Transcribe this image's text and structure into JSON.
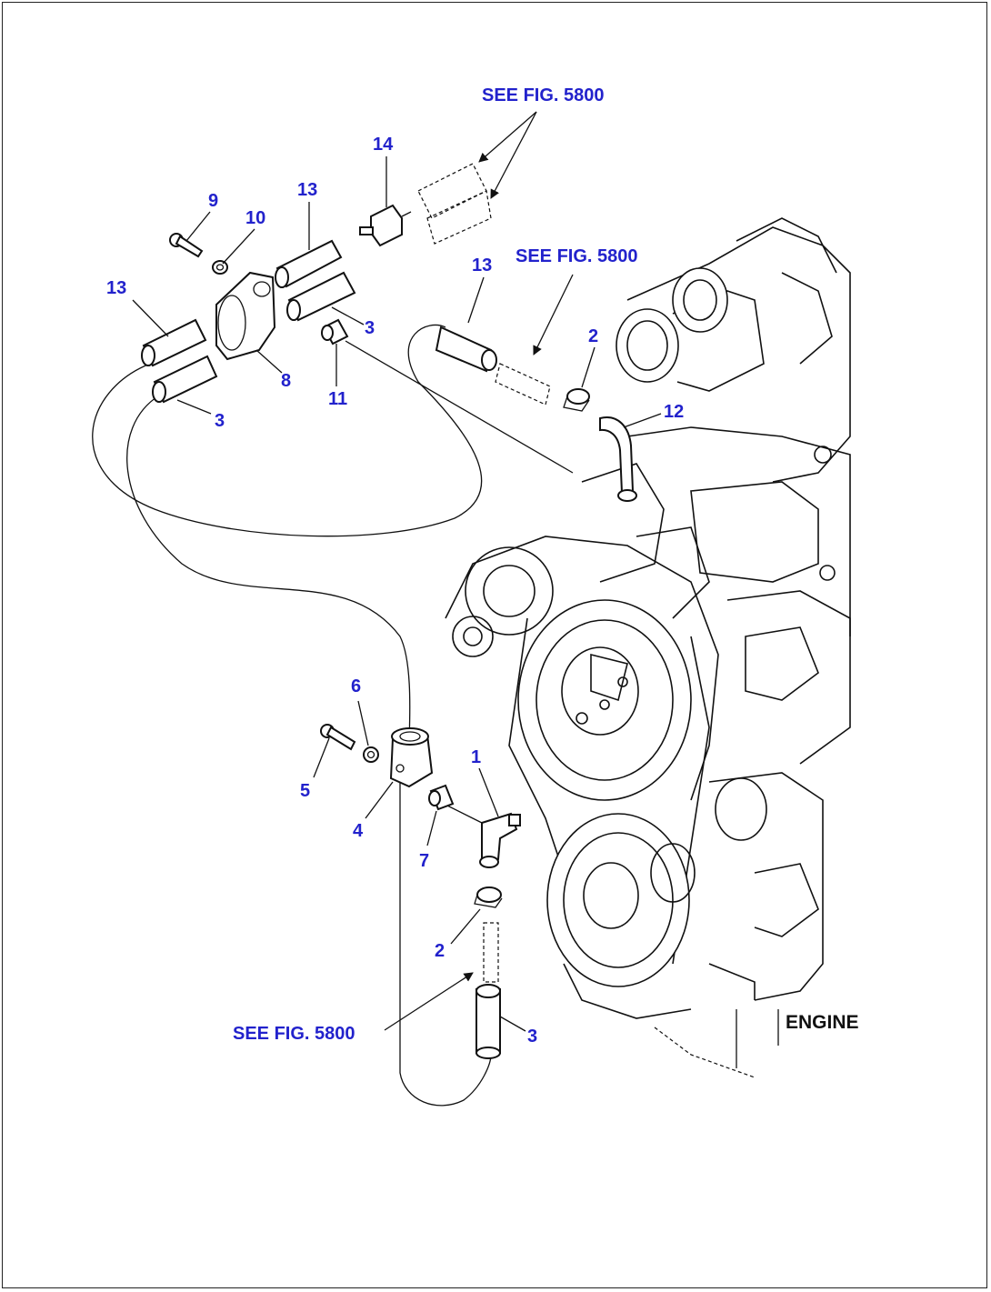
{
  "figure": {
    "see_fig_top": "SEE FIG. 5800",
    "see_fig_mid": "SEE FIG. 5800",
    "see_fig_bottom": "SEE FIG. 5800",
    "engine_label": "ENGINE"
  },
  "callouts": [
    {
      "id": "c14",
      "text": "14"
    },
    {
      "id": "c13a",
      "text": "13"
    },
    {
      "id": "c9",
      "text": "9"
    },
    {
      "id": "c10",
      "text": "10"
    },
    {
      "id": "c13b",
      "text": "13"
    },
    {
      "id": "c3a",
      "text": "3"
    },
    {
      "id": "c8",
      "text": "8"
    },
    {
      "id": "c11",
      "text": "11"
    },
    {
      "id": "c3b",
      "text": "3"
    },
    {
      "id": "c13c",
      "text": "13"
    },
    {
      "id": "c2a",
      "text": "2"
    },
    {
      "id": "c12",
      "text": "12"
    },
    {
      "id": "c6",
      "text": "6"
    },
    {
      "id": "c5",
      "text": "5"
    },
    {
      "id": "c4",
      "text": "4"
    },
    {
      "id": "c7",
      "text": "7"
    },
    {
      "id": "c1",
      "text": "1"
    },
    {
      "id": "c2b",
      "text": "2"
    },
    {
      "id": "c3c",
      "text": "3"
    }
  ]
}
